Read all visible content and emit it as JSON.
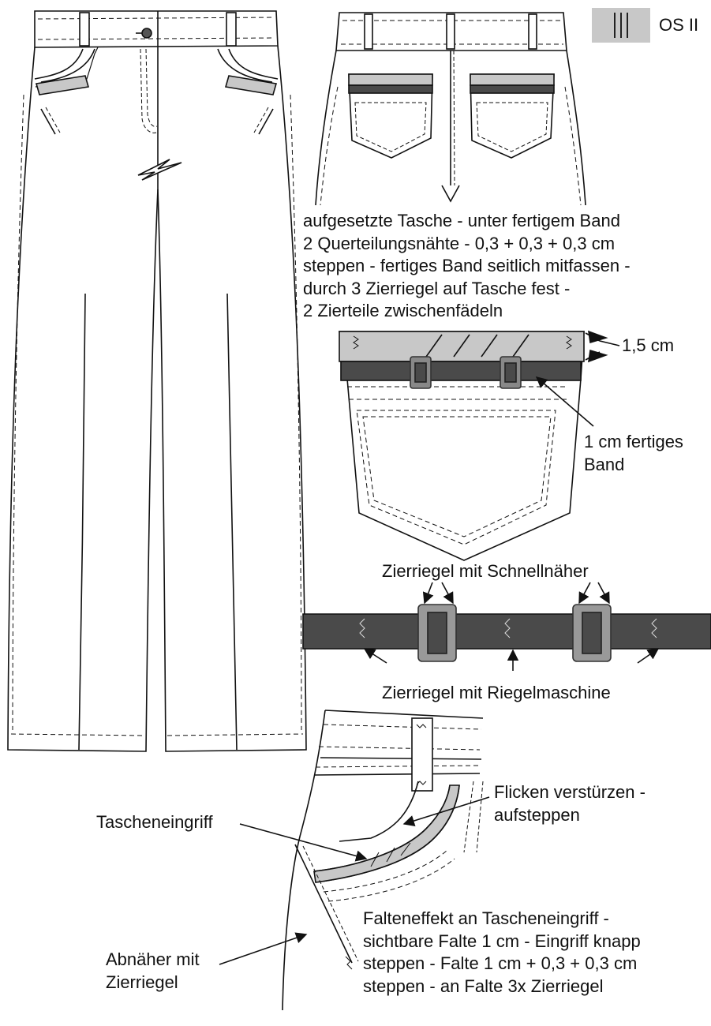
{
  "badge": {
    "code": "OS II",
    "colors": {
      "fill": "#c8c8c8",
      "lines": "#222222"
    }
  },
  "description": {
    "lines": [
      "aufgesetzte Tasche - unter fertigem Band",
      "2 Querteilungsnähte - 0,3 + 0,3 + 0,3 cm",
      "steppen - fertiges Band seitlich mitfassen -",
      "durch 3 Zierriegel auf Tasche fest -",
      "2 Zierteile zwischenfädeln"
    ]
  },
  "pocket_detail": {
    "measure_label": "1,5 cm",
    "band_label_lines": [
      "1 cm fertiges",
      "Band"
    ]
  },
  "band_detail": {
    "top_label": "Zierriegel mit Schnellnäher",
    "bottom_label": "Zierriegel mit Riegelmaschine"
  },
  "front_detail": {
    "pocket_opening_label": "Tascheneingriff",
    "patch_label_lines": [
      "Flicken verstürzen -",
      "aufsteppen"
    ],
    "dart_label_lines": [
      "Abnäher mit",
      "Zierriegel"
    ],
    "fold_note_lines": [
      "Falteneffekt an Tascheneingriff -",
      "sichtbare Falte 1 cm - Eingriff knapp",
      "steppen - Falte 1 cm + 0,3 + 0,3 cm",
      "steppen - an Falte 3x Zierriegel"
    ]
  },
  "colors": {
    "band_dark": "#4a4a4a",
    "light_gray": "#c8c8c8",
    "line": "#111111"
  }
}
